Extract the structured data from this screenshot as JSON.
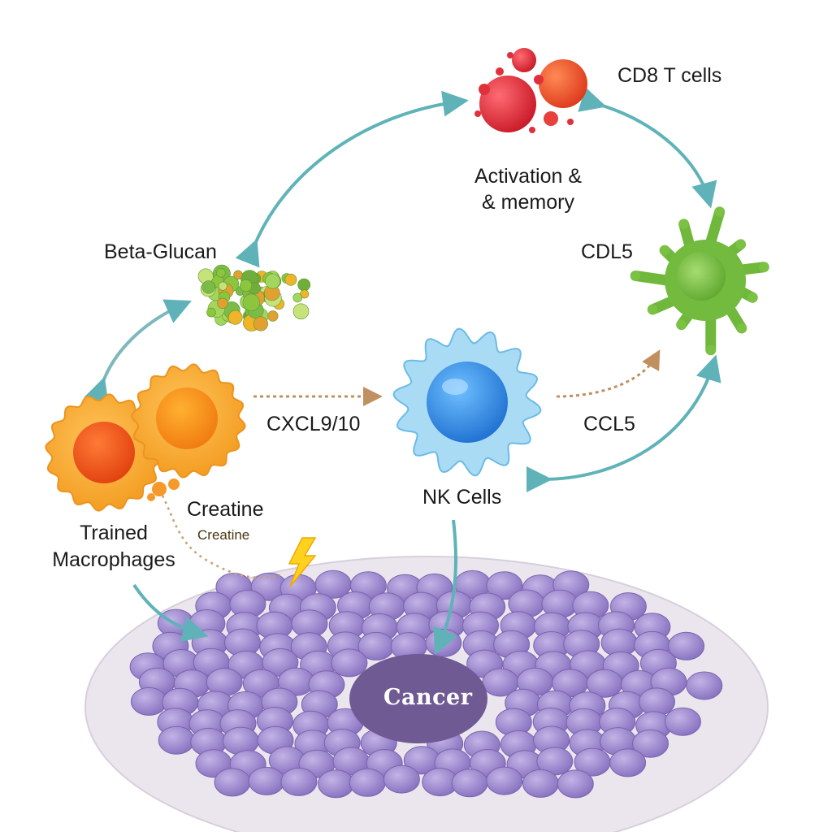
{
  "labels": {
    "cd8_t_cells": "CD8 T cells",
    "activation_line1": "Activation &",
    "activation_line2": "& memory",
    "beta_glucan": "Beta-Glucan",
    "cdl5": "CDL5",
    "cxcl": "CXCL9/10",
    "ccl5": "CCL5",
    "nk_cells": "NK Cells",
    "creatine": "Creatine",
    "creatine_small": "Creatine",
    "trained_line1": "Trained",
    "trained_line2": "Macrophages",
    "cancer": "Cancer"
  },
  "colors": {
    "arrow_teal": "#5fb3b8",
    "dotted_brown": "#c8a070",
    "t_cell_red": "#e0303c",
    "t_cell_orange": "#f0552e",
    "dendritic_green": "#7bc244",
    "nk_blue": "#4aa3e8",
    "nk_membrane": "#9fd4f2",
    "macrophage_orange": "#f7a532",
    "macrophage_nucleus": "#f06a1c",
    "cancer_purple": "#9b86c9",
    "tumor_bg": "#e9e4ec",
    "bolt_yellow": "#ffd21f"
  },
  "icons": [
    "t-cell-cluster",
    "dendritic-cell",
    "beta-glucan-granules",
    "nk-cell",
    "macrophage-pair",
    "lightning-bolt-icon",
    "cancer-cell-mass"
  ]
}
